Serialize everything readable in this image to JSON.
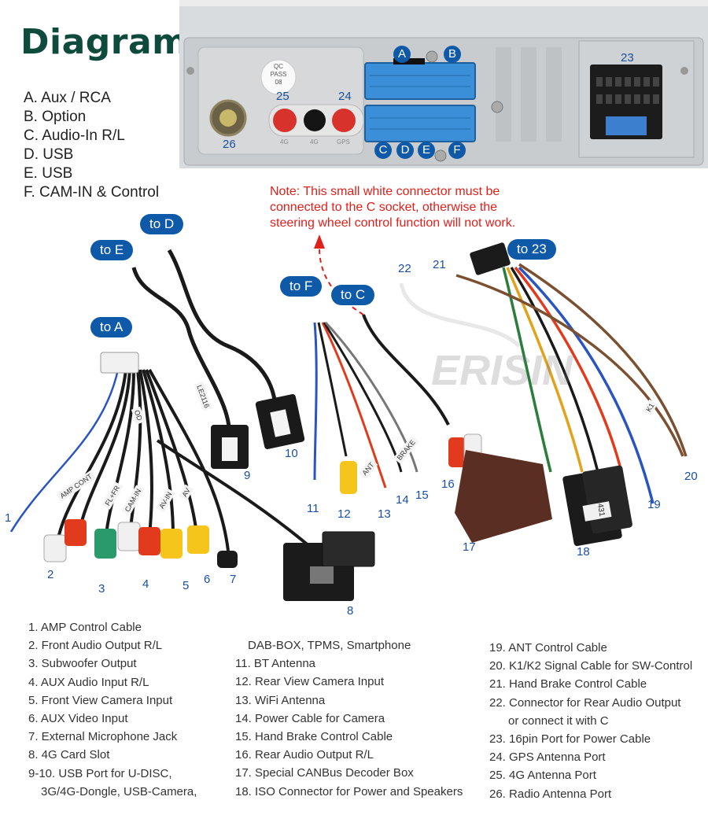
{
  "title": "Diagram",
  "legend": [
    "A. Aux / RCA",
    "B. Option",
    "C. Audio-In R/L",
    "D. USB",
    "E. USB",
    "F. CAM-IN & Control"
  ],
  "note": [
    "Note: This small white connector must be",
    "connected to the C socket, otherwise the",
    "steering wheel control function will not work."
  ],
  "panel": {
    "sticker": [
      "QC",
      "PASS",
      "08"
    ],
    "port_labels": {
      "p23": "23",
      "p24": "24",
      "p25": "25",
      "p26": "26"
    },
    "jack_labels": [
      "4G",
      "4G",
      "GPS"
    ],
    "socket_letters": [
      "A",
      "B",
      "C",
      "D",
      "E",
      "F"
    ]
  },
  "bubbles": {
    "to_d": "to D",
    "to_e": "to E",
    "to_a": "to A",
    "to_f": "to F",
    "to_c": "to C",
    "to_23": "to 23"
  },
  "callouts": [
    "1",
    "2",
    "3",
    "4",
    "5",
    "6",
    "7",
    "8",
    "9",
    "10",
    "11",
    "12",
    "13",
    "14",
    "15",
    "16",
    "17",
    "18",
    "19",
    "20",
    "21",
    "22"
  ],
  "watermark": "ERISIN",
  "cable_tags": [
    "AMP CONT",
    "FL+FR",
    "CAM-IN",
    "AV-IN",
    "AV",
    "LE2116",
    "BRAKE",
    "ANT",
    "K1",
    "1431",
    "OD"
  ],
  "list_col1": [
    "1. AMP Control Cable",
    "2. Front Audio Output R/L",
    "3. Subwoofer Output",
    "4. AUX Audio Input R/L",
    "5. Front View Camera Input",
    "6. AUX Video Input",
    "7. External Microphone Jack",
    "8. 4G Card Slot",
    "9-10. USB Port for U-DISC,",
    "3G/4G-Dongle, USB-Camera,"
  ],
  "list_col2": [
    "DAB-BOX, TPMS, Smartphone",
    "11. BT Antenna",
    "12. Rear View Camera Input",
    "13. WiFi Antenna",
    "14. Power Cable for Camera",
    "15. Hand Brake Control Cable",
    "16. Rear Audio Output R/L",
    "17. Special CANBus Decoder Box",
    "18. ISO Connector for Power and Speakers"
  ],
  "list_col3": [
    "19. ANT Control Cable",
    "20. K1/K2 Signal Cable for SW-Control",
    "21. Hand Brake Control Cable",
    "22. Connector for Rear Audio Output",
    "or connect it with C",
    "23. 16pin Port for Power Cable",
    "24. GPS Antenna Port",
    "25. 4G Antenna Port",
    "26. Radio Antenna Port"
  ],
  "colors": {
    "title": "#0f4b3c",
    "bubble": "#0e5aa8",
    "note": "#e0201b",
    "callout": "#1b4fa0"
  }
}
